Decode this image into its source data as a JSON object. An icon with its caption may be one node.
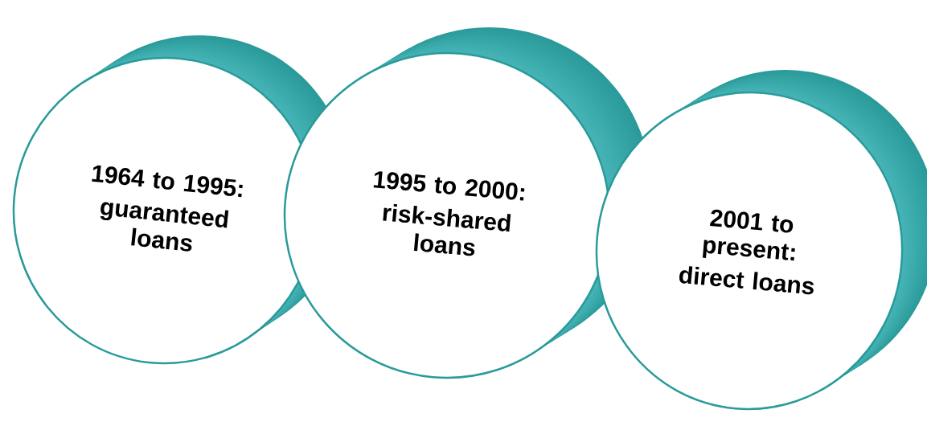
{
  "diagram": {
    "nodes": [
      {
        "text": [
          "1964 to 1995:",
          "guaranteed loans"
        ]
      },
      {
        "text": [
          "1995 to 2000:",
          "risk-shared loans"
        ]
      },
      {
        "text": [
          "2001 to present:",
          "direct loans"
        ]
      }
    ]
  }
}
